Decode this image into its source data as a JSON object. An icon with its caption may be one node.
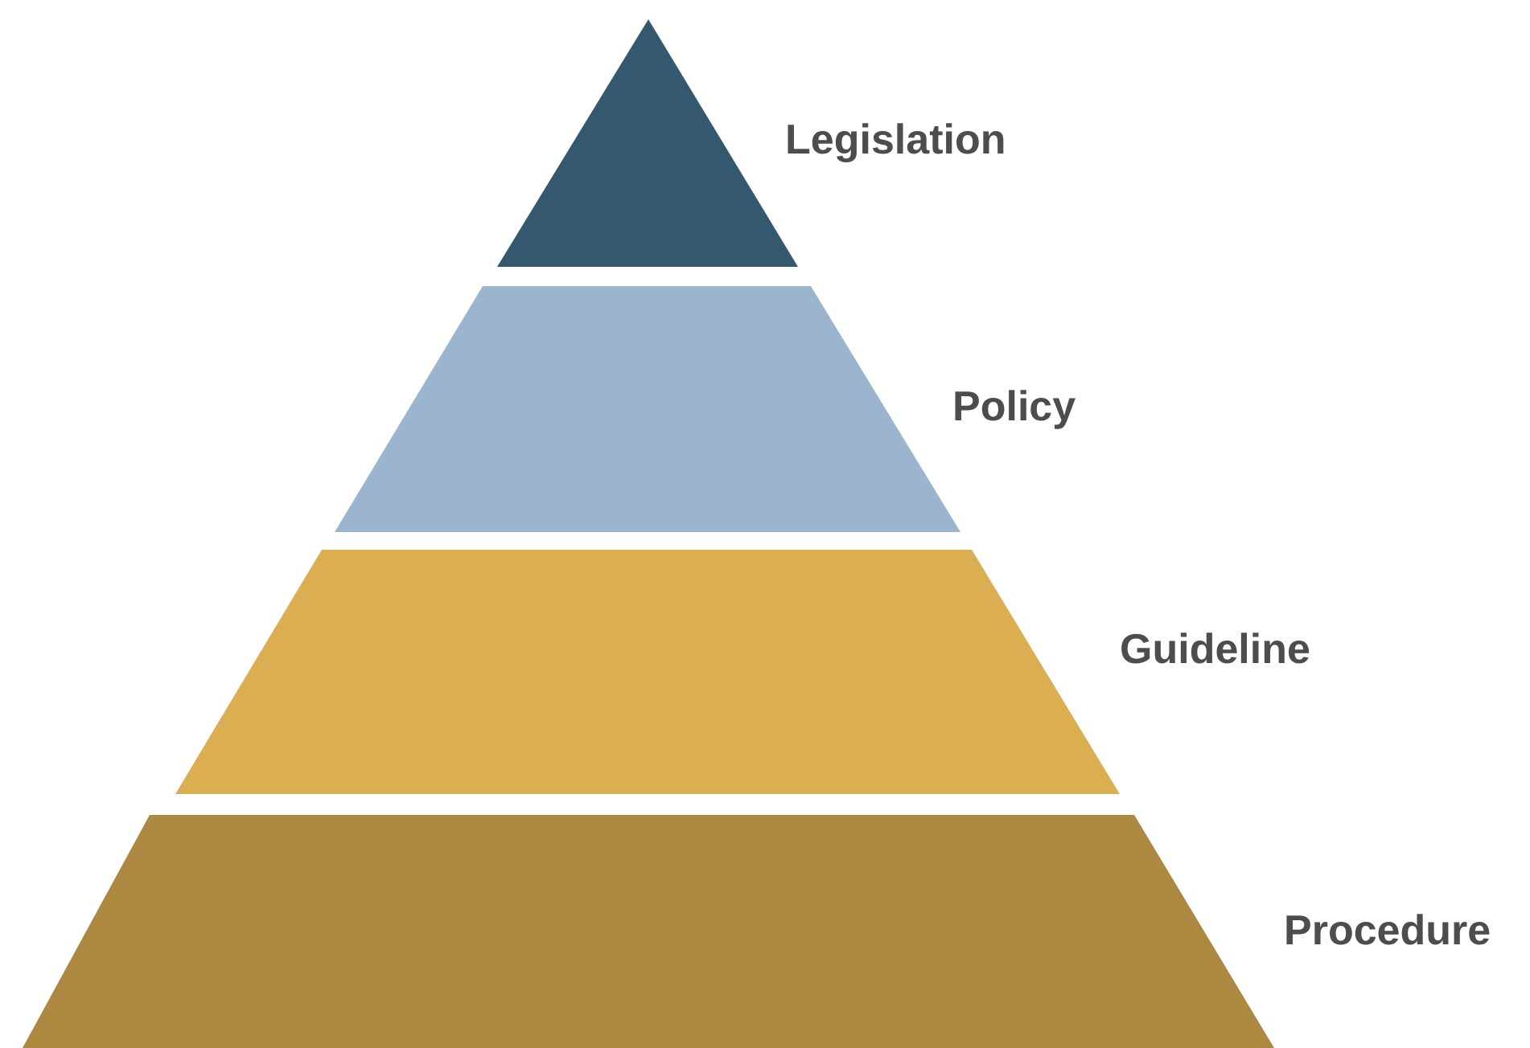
{
  "diagram": {
    "nodes": [
      {
        "text": [
          "Legislation"
        ]
      },
      {
        "text": [
          "Policy"
        ]
      },
      {
        "text": [
          "Guideline"
        ]
      },
      {
        "text": [
          "Procedure"
        ]
      }
    ]
  }
}
